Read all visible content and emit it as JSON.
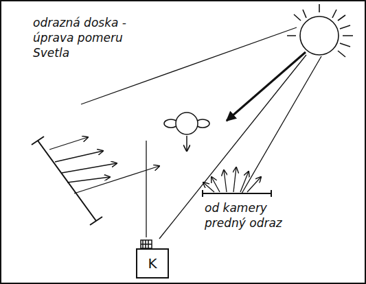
{
  "diagram": {
    "nodes": [
      {
        "text": [
          "K"
        ]
      }
    ],
    "labels": [
      "odrazná doska - úprava pomeru Svetla",
      "od kamery predný odraz"
    ]
  }
}
